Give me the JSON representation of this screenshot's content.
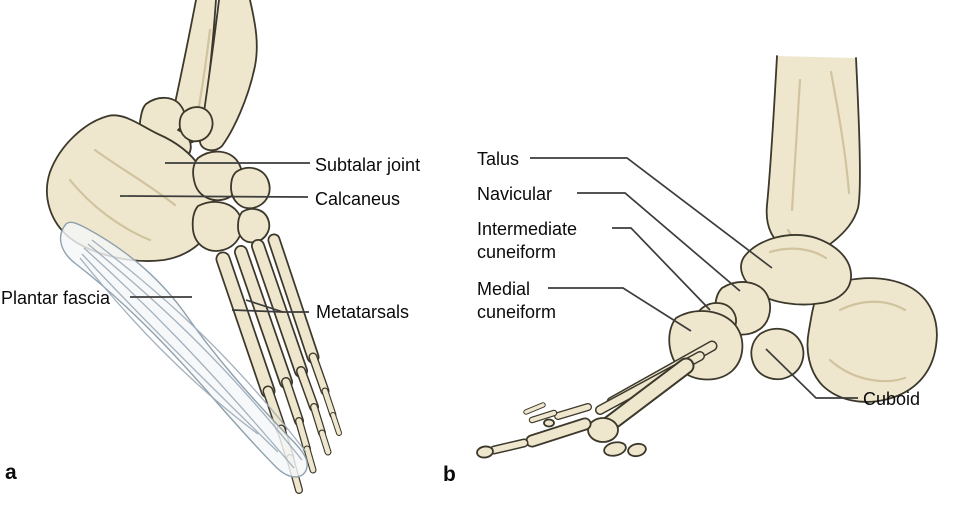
{
  "panel_a": {
    "panel_letter": "a",
    "labels": {
      "subtalar_joint": "Subtalar joint",
      "calcaneus": "Calcaneus",
      "plantar_fascia": "Plantar fascia",
      "metatarsals": "Metatarsals"
    }
  },
  "panel_b": {
    "panel_letter": "b",
    "labels": {
      "talus": "Talus",
      "navicular": "Navicular",
      "intermediate_cuneiform": "Intermediate cuneiform",
      "medial_cuneiform": "Medial cuneiform",
      "cuboid": "Cuboid"
    }
  },
  "colors": {
    "background": "#ffffff",
    "bone_fill": "#efe7cd",
    "bone_highlight": "#f8f3e4",
    "bone_shade": "#c9ba93",
    "outline": "#3c382b",
    "leader_line": "#3c3c3c",
    "fascia_fill": "#f4f6f8",
    "fascia_line": "#9fadb9",
    "label_text": "#0a0a0a"
  }
}
